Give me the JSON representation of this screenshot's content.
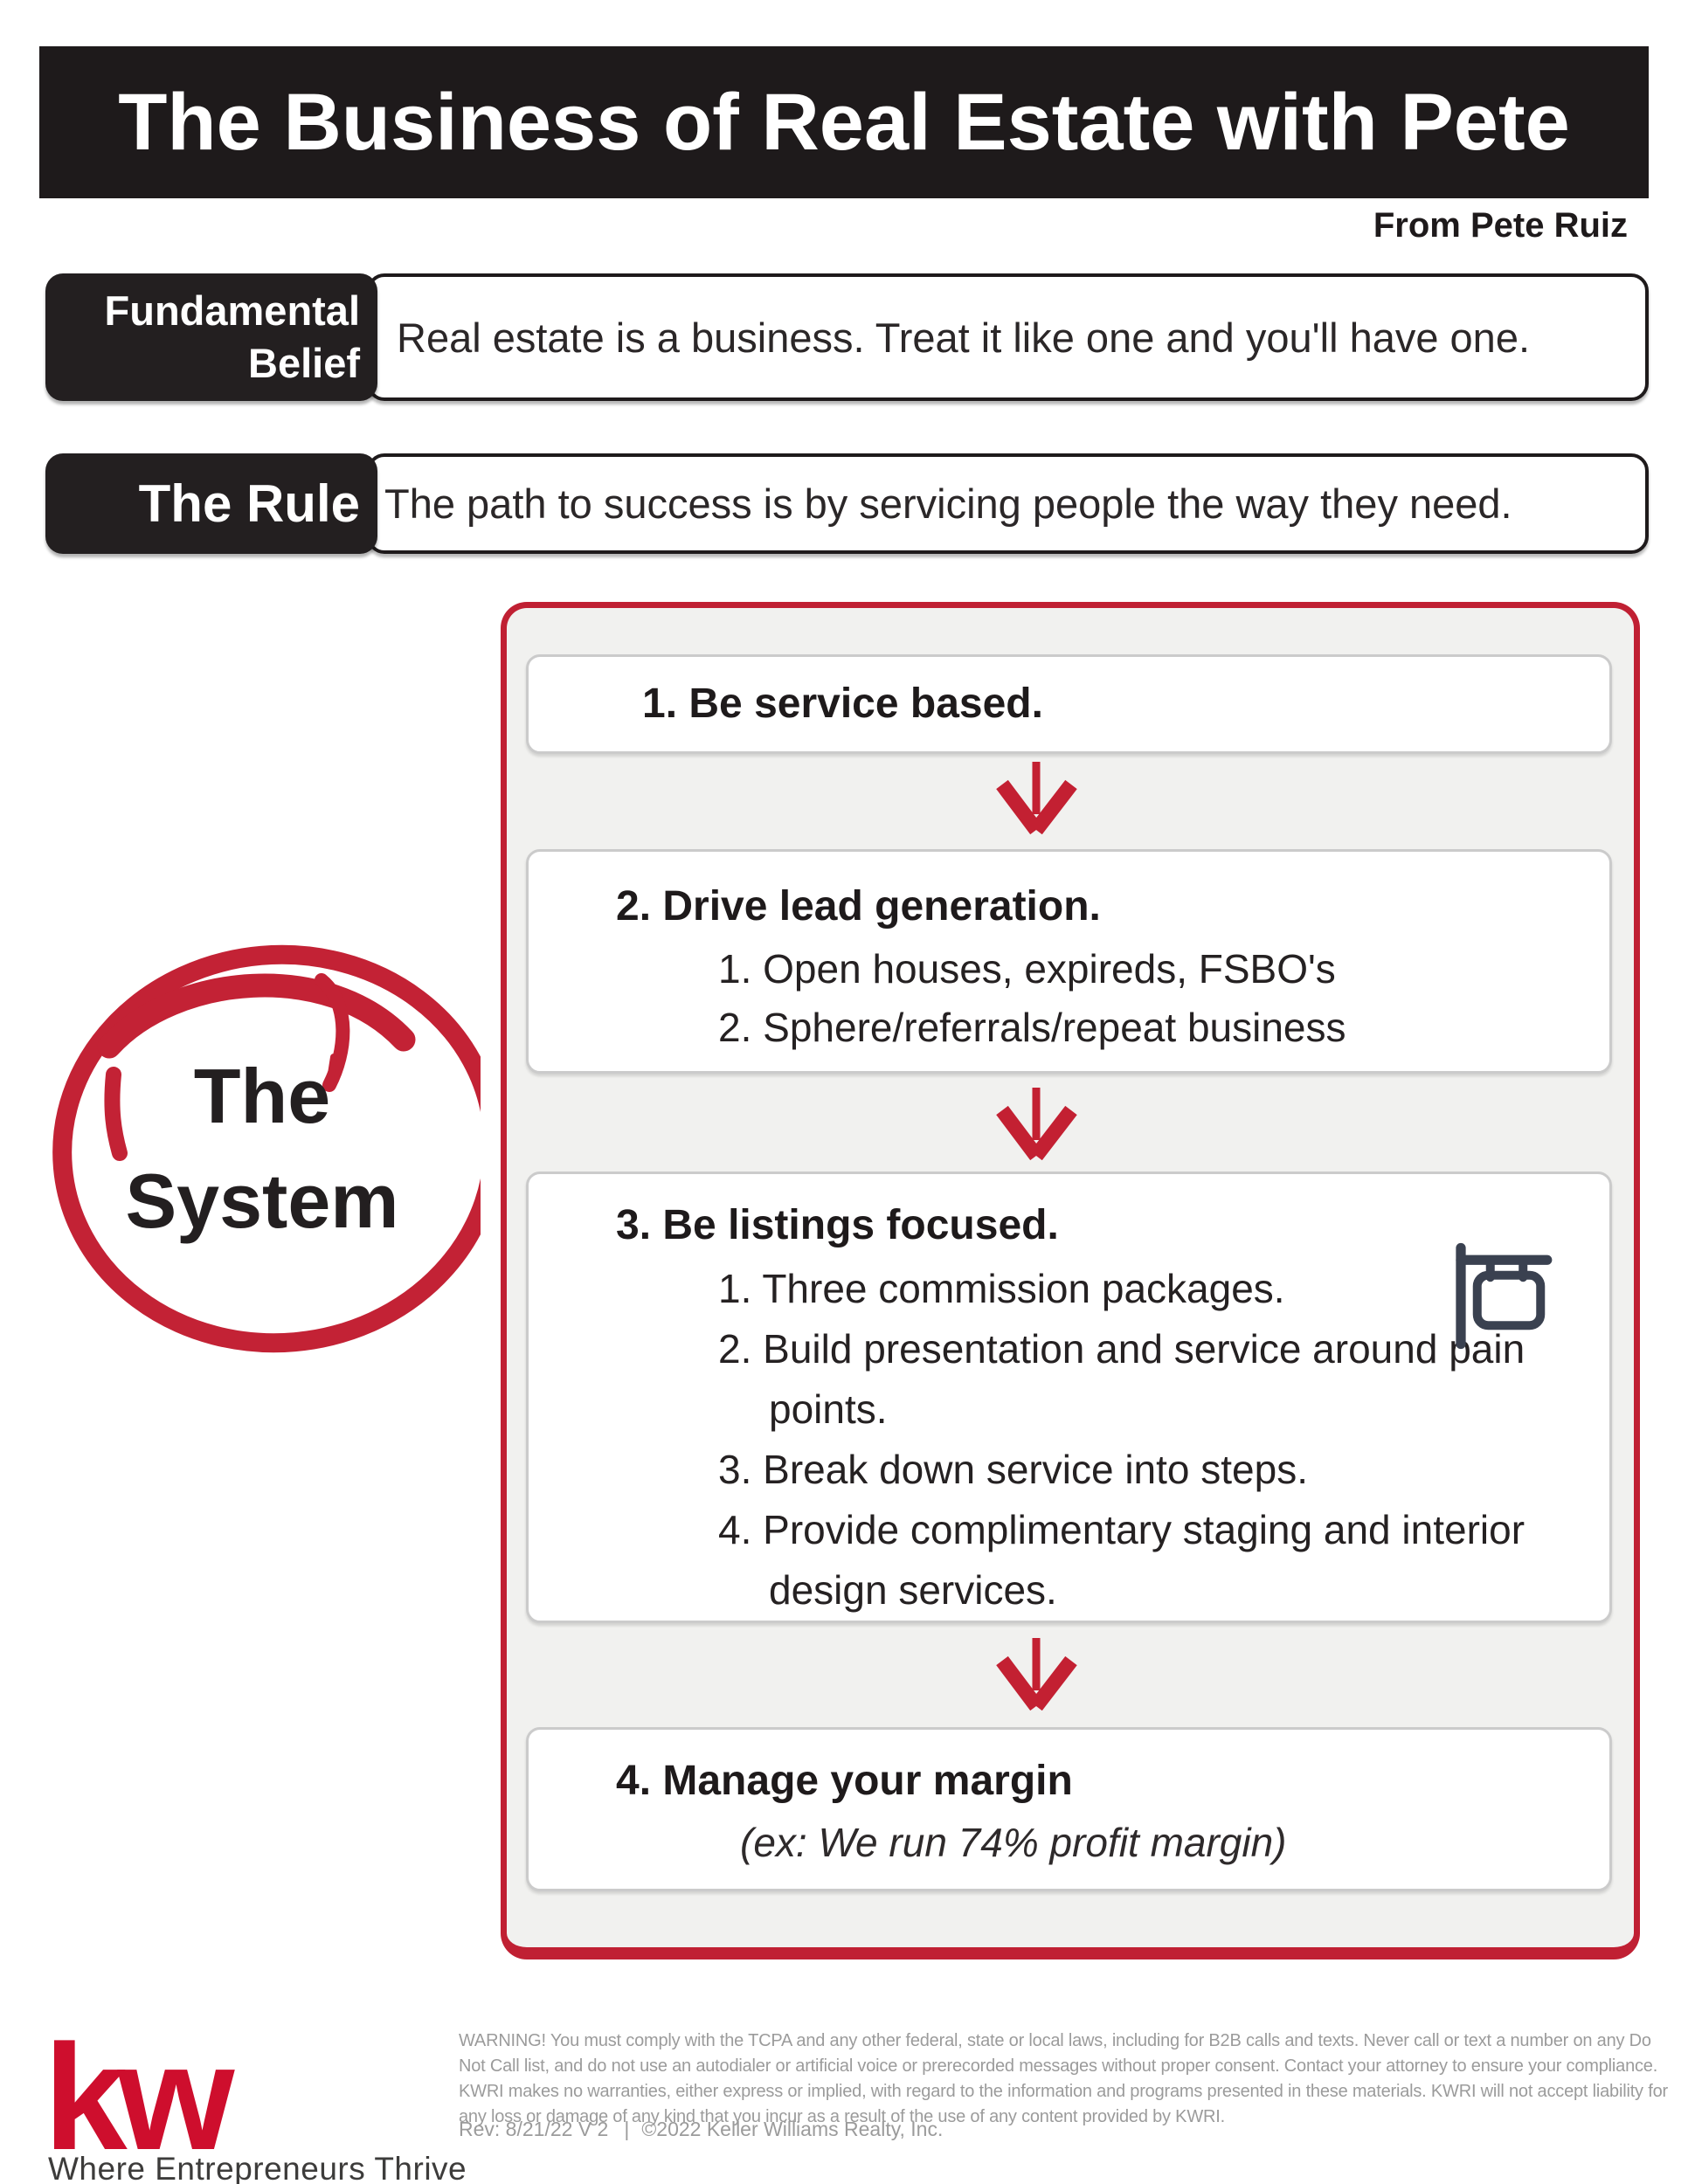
{
  "title": "The Business of Real Estate with Pete",
  "byline": "From Pete Ruiz",
  "belief": {
    "label_line1": "Fundamental",
    "label_line2": "Belief",
    "text": "Real estate is a business. Treat it like one and you'll have one."
  },
  "rule": {
    "label": "The Rule",
    "text": "The path to success is by servicing people the way they need."
  },
  "system_label": "The System",
  "flow": {
    "steps": [
      {
        "heading": "1. Be service based."
      },
      {
        "heading": "2. Drive lead generation.",
        "items": [
          "1. Open houses, expireds, FSBO's",
          "2. Sphere/referrals/repeat business"
        ]
      },
      {
        "heading": "3. Be listings focused.",
        "icon": "real-estate-sign-icon",
        "items": [
          "1. Three commission packages.",
          "2. Build presentation and service around pain points.",
          "3. Break down service into steps.",
          "4. Provide complimentary staging and interior design services."
        ]
      },
      {
        "heading": "4. Manage your margin",
        "note": "(ex: We run 74% profit margin)"
      }
    ]
  },
  "footer": {
    "logo_text": "kw",
    "tagline": "Where Entrepreneurs Thrive",
    "disclaimer": "WARNING! You must comply with the TCPA and any other federal, state or local laws, including for B2B calls and texts. Never call or text a number on any Do Not Call list, and do not use an autodialer or artificial voice or prerecorded messages without proper consent. Contact your attorney to ensure your compliance. KWRI makes no warranties, either express or implied, with regard to the information and programs presented in these materials. KWRI will not accept liability for any loss or damage of any kind that you incur as a result of the use of any content provided by KWRI.",
    "revision": "Rev: 8/21/22 V 2",
    "copyright": "©2022 Keller Williams Realty, Inc."
  },
  "colors": {
    "accent_red": "#c02033",
    "kw_red": "#ce0e2d",
    "ink_black": "#1e1a1b",
    "panel_gray": "#f1f1ef",
    "icon_slate": "#3a4150",
    "muted_gray": "#9b9b9b"
  }
}
